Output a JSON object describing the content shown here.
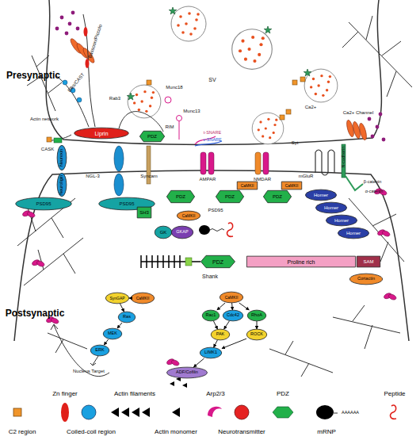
{
  "diagram": {
    "nodes": [
      {
        "text": [
          "Liprin"
        ]
      },
      {
        "text": [
          "PDZ"
        ]
      },
      {
        "text": [
          "Neurexin"
        ]
      },
      {
        "text": [
          "Neuroligin"
        ]
      },
      {
        "text": [
          "PSD95"
        ]
      },
      {
        "text": [
          "PSD95"
        ]
      },
      {
        "text": [
          "PDZ"
        ]
      },
      {
        "text": [
          "PDZ"
        ]
      },
      {
        "text": [
          "PDZ"
        ]
      },
      {
        "text": [
          "CaMKII"
        ]
      },
      {
        "text": [
          "CaMKII"
        ]
      },
      {
        "text": [
          "Homer"
        ]
      },
      {
        "text": [
          "Homer"
        ]
      },
      {
        "text": [
          "Homer"
        ]
      },
      {
        "text": [
          "Homer"
        ]
      },
      {
        "text": [
          "SH3"
        ]
      },
      {
        "text": [
          "GK"
        ]
      },
      {
        "text": [
          "GKAP"
        ]
      },
      {
        "text": [
          "CaMKII"
        ]
      },
      {
        "text": [
          "PDZ"
        ]
      },
      {
        "text": [
          "Proline rich"
        ]
      },
      {
        "text": [
          "SAM"
        ]
      },
      {
        "text": [
          "Cortactin"
        ]
      },
      {
        "text": [
          "CaMKII"
        ]
      },
      {
        "text": [
          "Rac1"
        ]
      },
      {
        "text": [
          "Cdc42"
        ]
      },
      {
        "text": [
          "RhoA"
        ]
      },
      {
        "text": [
          "PAK"
        ]
      },
      {
        "text": [
          "ROCK"
        ]
      },
      {
        "text": [
          "LIMK1"
        ]
      },
      {
        "text": [
          "ADF/Cofilin"
        ]
      },
      {
        "text": [
          "SynGAP"
        ]
      },
      {
        "text": [
          "CaMKII"
        ]
      },
      {
        "text": [
          "Ras"
        ]
      },
      {
        "text": [
          "MEK"
        ]
      },
      {
        "text": [
          "ERK"
        ]
      }
    ],
    "edges": [
      {
        "from": 23,
        "to": 24,
        "arrow": "to"
      },
      {
        "from": 23,
        "to": 25,
        "arrow": "to"
      },
      {
        "from": 23,
        "to": 26,
        "arrow": "to"
      },
      {
        "from": 24,
        "to": 27,
        "arrow": "to"
      },
      {
        "from": 25,
        "to": 27,
        "arrow": "to"
      },
      {
        "from": 26,
        "to": 28,
        "arrow": "to"
      },
      {
        "from": 27,
        "to": 29,
        "arrow": "to"
      },
      {
        "from": 28,
        "to": 29,
        "arrow": "to"
      },
      {
        "from": 29,
        "to": 30,
        "arrow": "to"
      },
      {
        "from": 32,
        "to": 31,
        "arrow": "to"
      },
      {
        "from": 31,
        "to": 33,
        "arrow": "to"
      },
      {
        "from": 33,
        "to": 34,
        "arrow": "to"
      },
      {
        "from": 34,
        "to": 35,
        "arrow": "to"
      }
    ],
    "labels": [
      "Presynaptic",
      "Postsynaptic",
      "Actin network",
      "Bassoon/Piccolo",
      "CASK",
      "Elks/CAST",
      "Rab3",
      "RIM",
      "Munc18",
      "Munc13",
      "SV",
      "t-SNARE",
      "v-SNARE",
      "Ca2+",
      "Ca2+ Channel",
      "Syt",
      "NGL-3",
      "Syncam",
      "AMPAR",
      "NMDAR",
      "mGluR",
      "N-cadherin",
      "β-catenin",
      "α-catenin",
      "PSD95",
      "Shank",
      "Nucleus Target",
      "AAAAAA"
    ],
    "legend": [
      {
        "text": "C2 region"
      },
      {
        "text": "Zn finger"
      },
      {
        "text": "Coiled-coil region"
      },
      {
        "text": "Actin filaments"
      },
      {
        "text": "Actin monomer"
      },
      {
        "text": "Arp2/3"
      },
      {
        "text": "Neurotransmitter"
      },
      {
        "text": "PDZ"
      },
      {
        "text": "mRNP"
      },
      {
        "text": "Peptide"
      }
    ]
  }
}
